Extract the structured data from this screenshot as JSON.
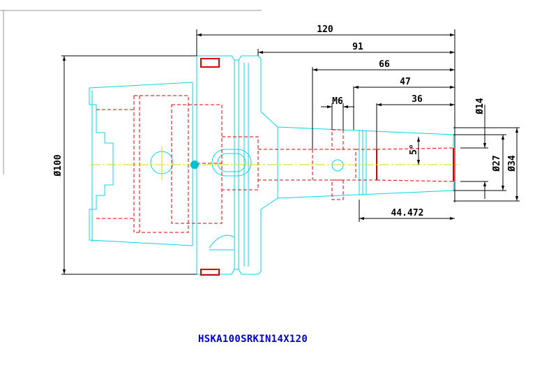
{
  "part_code": "HSKA100SRKIN14X120",
  "dimensions": {
    "overall_length": "120",
    "length_91": "91",
    "length_66": "66",
    "length_47": "47",
    "length_36": "36",
    "thread": "M6",
    "flange_diameter": "Ø100",
    "clamp_diameter": "Ø14",
    "nose_diameter_27": "Ø27",
    "nose_diameter_34": "Ø34",
    "taper_angle": "5°",
    "taper_length": "44.472"
  },
  "colors": {
    "outline": "#00d8e8",
    "hidden": "#e00000",
    "centerline": "#d8d800",
    "dimension": "#000000",
    "caption": "#0000d8"
  }
}
